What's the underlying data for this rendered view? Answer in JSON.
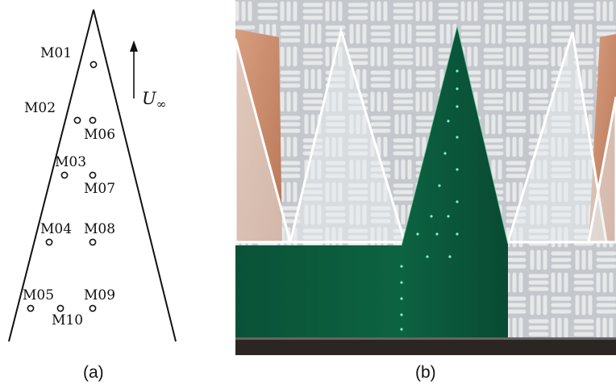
{
  "panel_a": {
    "label": "(a)",
    "flow": {
      "symbol": "U",
      "subscript": "∞"
    },
    "microphones": [
      {
        "id": "M01"
      },
      {
        "id": "M02"
      },
      {
        "id": "M03"
      },
      {
        "id": "M04"
      },
      {
        "id": "M05"
      },
      {
        "id": "M06"
      },
      {
        "id": "M07"
      },
      {
        "id": "M08"
      },
      {
        "id": "M09"
      },
      {
        "id": "M10"
      }
    ]
  },
  "panel_b": {
    "label": "(b)"
  },
  "colors": {
    "line": "#111111",
    "pcb_green": "#0b5a3c",
    "copper": "#c58a6a",
    "foam": "#c9ccd0"
  }
}
